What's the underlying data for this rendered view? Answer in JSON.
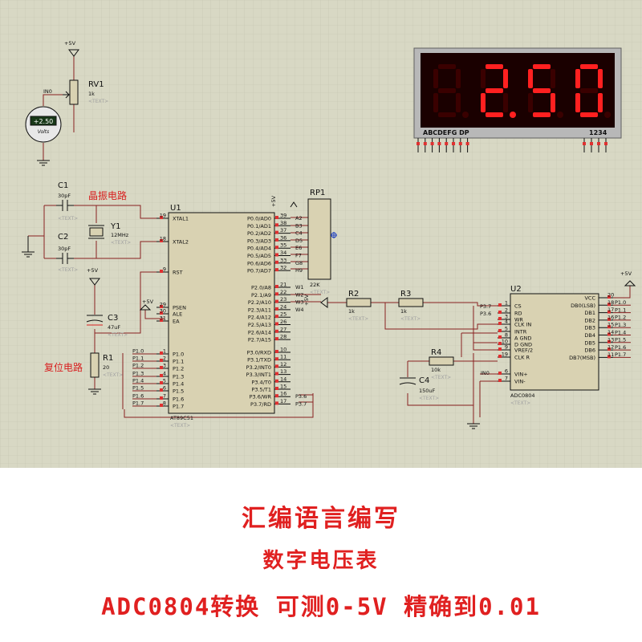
{
  "captions": {
    "line1": "汇编语言编写",
    "line2": "数字电压表",
    "line3": "ADC0804转换  可测0-5V  精确到0.01"
  },
  "colors": {
    "accent": "#e02020",
    "grid": "#c9c9b6",
    "background": "#d8d8c4",
    "wire": "#882020",
    "component": "#101010",
    "chip_fill": "#d9d2b2",
    "display_segment": "#ff2020"
  },
  "display": {
    "digits": [
      "",
      "2",
      "5",
      "0"
    ],
    "decimal_point_after_digit": 1,
    "segment_label": "ABCDEFG  DP",
    "digit_label": "1234"
  },
  "labels": {
    "vcc": "+5V",
    "placeholder": "<TEXT>",
    "rv1_name": "RV1",
    "rv1_value": "1k",
    "in0": "IN0",
    "voltmeter_value": "+2.50",
    "voltmeter_unit": "Volts",
    "c1_name": "C1",
    "c1_value": "30pF",
    "c2_name": "C2",
    "c2_value": "30pF",
    "y1_name": "Y1",
    "y1_value": "12MHz",
    "c3_name": "C3",
    "c3_value": "47uF",
    "r1_name": "R1",
    "r1_value": "20",
    "crystal_note": "晶振电路",
    "reset_note": "复位电路",
    "u1_name": "U1",
    "u1_part": "AT89C51",
    "rp1_name": "RP1",
    "rp1_value": "22K",
    "r2_name": "R2",
    "r2_value": "1k",
    "r3_name": "R3",
    "r3_value": "1k",
    "r4_name": "R4",
    "r4_value": "10k",
    "c4_name": "C4",
    "c4_value": "150uF",
    "u2_name": "U2",
    "u2_part": "ADC0804",
    "p37": "P3.7",
    "p36": "P3.6"
  },
  "u1": {
    "left_pins": [
      {
        "num": "19",
        "name": "XTAL1"
      },
      {
        "num": "18",
        "name": "XTAL2"
      },
      {
        "num": "9",
        "name": "RST"
      },
      {
        "num": "29",
        "name": "PSEN"
      },
      {
        "num": "30",
        "name": "ALE"
      },
      {
        "num": "31",
        "name": "EA"
      },
      {
        "num": "1",
        "name": "P1.0",
        "net": "P1.0"
      },
      {
        "num": "2",
        "name": "P1.1",
        "net": "P1.1"
      },
      {
        "num": "3",
        "name": "P1.2",
        "net": "P1.2"
      },
      {
        "num": "4",
        "name": "P1.3",
        "net": "P1.3"
      },
      {
        "num": "5",
        "name": "P1.4",
        "net": "P1.4"
      },
      {
        "num": "6",
        "name": "P1.5",
        "net": "P1.5"
      },
      {
        "num": "7",
        "name": "P1.6",
        "net": "P1.6"
      },
      {
        "num": "8",
        "name": "P1.7",
        "net": "P1.7"
      }
    ],
    "right_pins": [
      {
        "num": "39",
        "name": "P0.0/AD0",
        "net": "A2"
      },
      {
        "num": "38",
        "name": "P0.1/AD1",
        "net": "B3"
      },
      {
        "num": "37",
        "name": "P0.2/AD2",
        "net": "C4"
      },
      {
        "num": "36",
        "name": "P0.3/AD3",
        "net": "D5"
      },
      {
        "num": "35",
        "name": "P0.4/AD4",
        "net": "E6"
      },
      {
        "num": "34",
        "name": "P0.5/AD5",
        "net": "F7"
      },
      {
        "num": "33",
        "name": "P0.6/AD6",
        "net": "G8"
      },
      {
        "num": "32",
        "name": "P0.7/AD7",
        "net": "H9"
      },
      {
        "num": "21",
        "name": "P2.0/A8",
        "net": "W1"
      },
      {
        "num": "22",
        "name": "P2.1/A9",
        "net": "W2"
      },
      {
        "num": "23",
        "name": "P2.2/A10",
        "net": "W3"
      },
      {
        "num": "24",
        "name": "P2.3/A11",
        "net": "W4"
      },
      {
        "num": "25",
        "name": "P2.4/A12",
        "net": ""
      },
      {
        "num": "26",
        "name": "P2.5/A13",
        "net": ""
      },
      {
        "num": "27",
        "name": "P2.6/A14",
        "net": ""
      },
      {
        "num": "28",
        "name": "P2.7/A15",
        "net": ""
      },
      {
        "num": "10",
        "name": "P3.0/RXD",
        "net": ""
      },
      {
        "num": "11",
        "name": "P3.1/TXD",
        "net": ""
      },
      {
        "num": "12",
        "name": "P3.2/INT0",
        "net": ""
      },
      {
        "num": "13",
        "name": "P3.3/INT1",
        "net": ""
      },
      {
        "num": "14",
        "name": "P3.4/T0",
        "net": ""
      },
      {
        "num": "15",
        "name": "P3.5/T1",
        "net": ""
      },
      {
        "num": "16",
        "name": "P3.6/WR",
        "net": "P3.6"
      },
      {
        "num": "17",
        "name": "P3.7/RD",
        "net": "P3.7"
      }
    ]
  },
  "u2": {
    "left_pins": [
      {
        "num": "1",
        "name": "CS"
      },
      {
        "num": "2",
        "name": "RD"
      },
      {
        "num": "3",
        "name": "WR"
      },
      {
        "num": "4",
        "name": "CLK IN"
      },
      {
        "num": "5",
        "name": "INTR"
      },
      {
        "num": "8",
        "name": "A GND"
      },
      {
        "num": "10",
        "name": "D GND"
      },
      {
        "num": "9",
        "name": "VREF/2"
      },
      {
        "num": "19",
        "name": "CLK R"
      },
      {
        "num": "6",
        "name": "VIN+"
      },
      {
        "num": "7",
        "name": "VIN-"
      }
    ],
    "right_pins": [
      {
        "num": "20",
        "name": "VCC",
        "net": ""
      },
      {
        "num": "18",
        "name": "DB0(LSB)",
        "net": "P1.0"
      },
      {
        "num": "17",
        "name": "DB1",
        "net": "P1.1"
      },
      {
        "num": "16",
        "name": "DB2",
        "net": "P1.2"
      },
      {
        "num": "15",
        "name": "DB3",
        "net": "P1.3"
      },
      {
        "num": "14",
        "name": "DB4",
        "net": "P1.4"
      },
      {
        "num": "13",
        "name": "DB5",
        "net": "P1.5"
      },
      {
        "num": "12",
        "name": "DB6",
        "net": "P1.6"
      },
      {
        "num": "11",
        "name": "DB7(MSB)",
        "net": "P1.7"
      }
    ]
  }
}
